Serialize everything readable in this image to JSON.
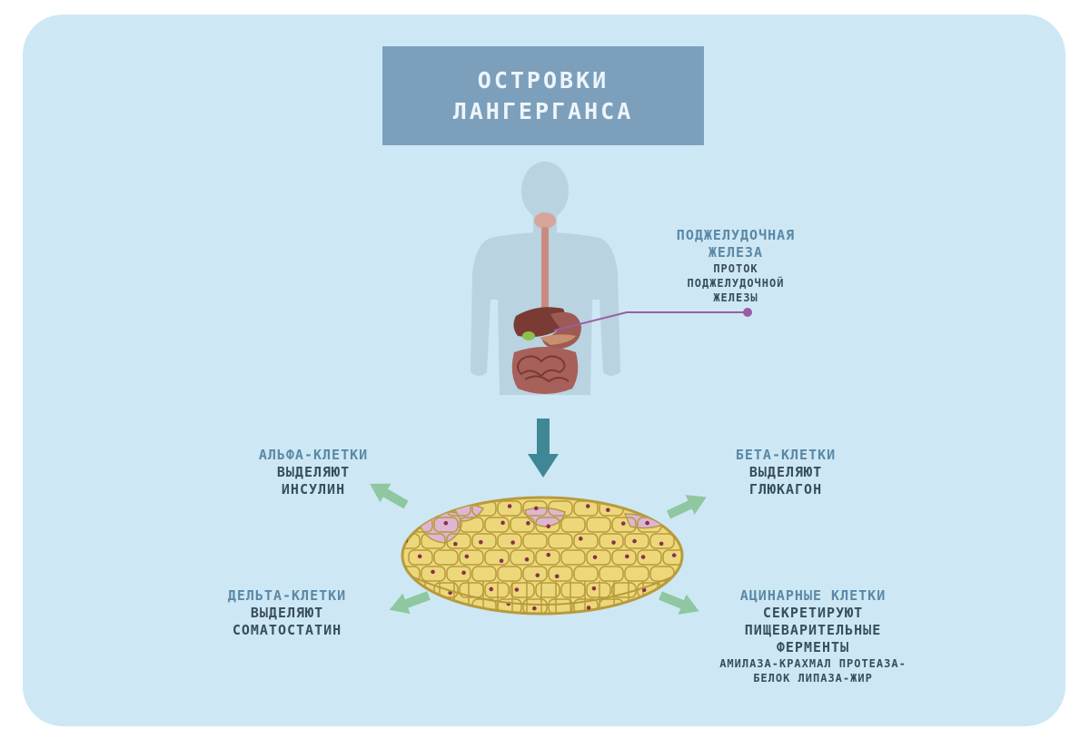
{
  "title": {
    "line1": "ОСТРОВКИ",
    "line2": "ЛАНГЕРГАНСА"
  },
  "pancreas": {
    "heading_line1": "ПОДЖЕЛУДОЧНАЯ",
    "heading_line2": "ЖЕЛЕЗА",
    "sub_line1": "ПРОТОК",
    "sub_line2": "ПОДЖЕЛУДОЧНОЙ",
    "sub_line3": "ЖЕЛЕЗЫ"
  },
  "alpha": {
    "heading": "АЛЬФА-КЛЕТКИ",
    "line1": "ВЫДЕЛЯЮТ",
    "line2": "ИНСУЛИН"
  },
  "beta": {
    "heading": "БЕТА-КЛЕТКИ",
    "line1": "ВЫДЕЛЯЮТ",
    "line2": "ГЛЮКАГОН"
  },
  "delta": {
    "heading": "ДЕЛЬТА-КЛЕТКИ",
    "line1": "ВЫДЕЛЯЮТ",
    "line2": "СОМАТОСТАТИН"
  },
  "acinar": {
    "heading": "АЦИНАРНЫЕ КЛЕТКИ",
    "line1": "СЕКРЕТИРУЮТ",
    "line2": "ПИЩЕВАРИТЕЛЬНЫЕ",
    "line3": "ФЕРМЕНТЫ",
    "small1": "АМИЛАЗА-КРАХМАЛ ПРОТЕАЗА-",
    "small2": "БЕЛОК ЛИПАЗА-ЖИР"
  },
  "colors": {
    "background": "#cde8f4",
    "title_box": "#7c9fbb",
    "heading_text": "#5b88a6",
    "body_text": "#3a4d5f",
    "arrow_down": "#3f8795",
    "arrow_side": "#8ec7a0",
    "pointer_line": "#9a5ca6",
    "tissue": "#ecd87a",
    "tissue_outline": "#b89a3c",
    "cell_nucleus": "#8c2f4f",
    "islet_cell": "#ddb6d4"
  }
}
